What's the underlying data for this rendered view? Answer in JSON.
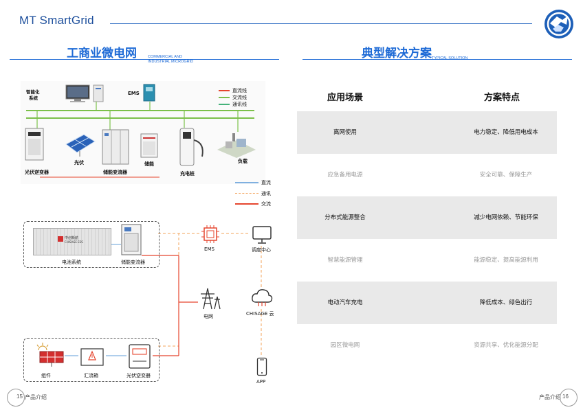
{
  "brand": "MT SmartGrid",
  "left": {
    "title": "工商业微电网",
    "subtitle_line1": "COMMERCIAL AND",
    "subtitle_line2": "INDUSTRIAL MICROGRID",
    "top_diagram": {
      "smart_system_line1": "智能化",
      "smart_system_line2": "系统",
      "ems": "EMS",
      "legend": [
        "直流线",
        "交流线",
        "通讯线"
      ],
      "devices": [
        "光伏逆变器",
        "光伏",
        "储能变流器",
        "储能",
        "充电桩",
        "负载"
      ]
    },
    "bottom_diagram": {
      "legend": [
        "直流",
        "通讯",
        "交流"
      ],
      "battery_label": "电池系统",
      "battery_brand": "中创新航",
      "battery_brand_en": "CHISAGE ESS",
      "pcs_label": "储能变流器",
      "ems_label": "EMS",
      "dispatch_label": "调度中心",
      "grid_label": "电网",
      "cloud_label": "CHISAGE 云",
      "module_label": "组件",
      "combiner_label": "汇流箱",
      "inverter_label": "光伏逆变器",
      "app_label": "APP"
    }
  },
  "right": {
    "title": "典型解决方案",
    "subtitle": "TYPICAL SOLUTION",
    "headers": [
      "应用场景",
      "方案特点"
    ],
    "rows": [
      {
        "scene": "离网使用",
        "feature": "电力稳定、降低用电成本"
      },
      {
        "scene": "应急备用电源",
        "feature": "安全可靠、保障生产"
      },
      {
        "scene": "分布式能源整合",
        "feature": "减少电网依赖、节能环保"
      },
      {
        "scene": "智慧能源管理",
        "feature": "能源稳定、提高能源利用"
      },
      {
        "scene": "电动汽车充电",
        "feature": "降低成本、绿色出行"
      },
      {
        "scene": "园区微电网",
        "feature": "资源共享、优化能源分配"
      }
    ]
  },
  "footer": {
    "left_num": "15",
    "left_text": "产品介绍",
    "right_text": "产品介绍",
    "right_num": "16"
  },
  "colors": {
    "brand_blue": "#1d4f9c",
    "title_blue": "#1d6ad6",
    "dc_line": "#7fb0e0",
    "comm_line": "#f3a35a",
    "ac_line": "#e5452e",
    "bus_green": "#7cc04a",
    "table_shade": "#e9e9e9"
  }
}
